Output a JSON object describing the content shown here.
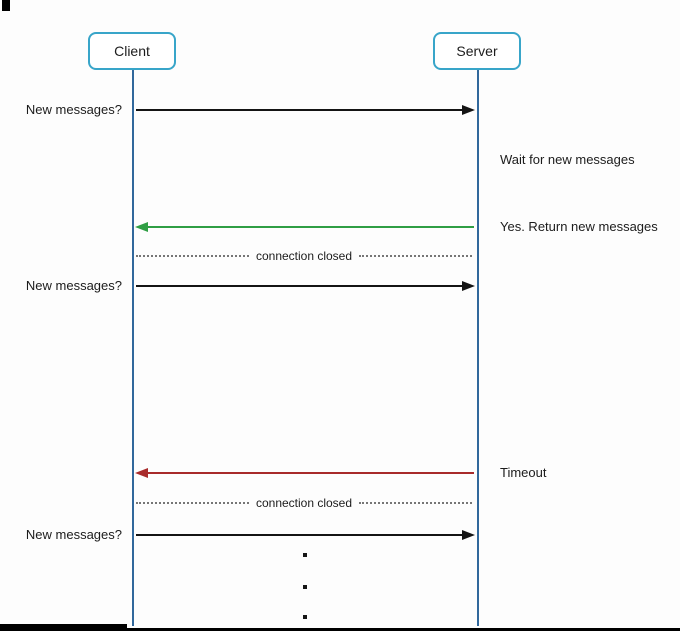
{
  "diagram": {
    "type": "sequence",
    "actors": [
      {
        "name": "Client"
      },
      {
        "name": "Server"
      }
    ],
    "messages": [
      {
        "text": "New messages?",
        "from": "Client",
        "to": "Server",
        "line": "solid",
        "color_key": "request-arrow"
      },
      {
        "text": "Yes. Return new messages",
        "from": "Server",
        "to": "Client",
        "line": "solid",
        "color_key": "response-arrow"
      },
      {
        "text": "connection closed",
        "from": "Client",
        "to": "Server",
        "line": "dotted",
        "color_key": "dotted-line"
      },
      {
        "text": "New messages?",
        "from": "Client",
        "to": "Server",
        "line": "solid",
        "color_key": "request-arrow"
      },
      {
        "text": "Timeout",
        "from": "Server",
        "to": "Client",
        "line": "solid",
        "color_key": "timeout-arrow"
      },
      {
        "text": "connection closed",
        "from": "Client",
        "to": "Server",
        "line": "dotted",
        "color_key": "dotted-line"
      },
      {
        "text": "New messages?",
        "from": "Client",
        "to": "Server",
        "line": "solid",
        "color_key": "request-arrow"
      }
    ],
    "notes": [
      {
        "text": "Wait for new messages",
        "side": "right"
      }
    ],
    "continuation_dots": 3
  },
  "colors": {
    "canvas-bg": "#fdfdfd",
    "actor-bg": "#ffffff",
    "actor-border": "#38a5c9",
    "lifeline": "#31689c",
    "ink": "#1c1c1c",
    "request-arrow": "#141414",
    "response-arrow": "#2f9e44",
    "timeout-arrow": "#a82b2b",
    "dotted-line": "#767676",
    "frame-mark": "#000000"
  }
}
